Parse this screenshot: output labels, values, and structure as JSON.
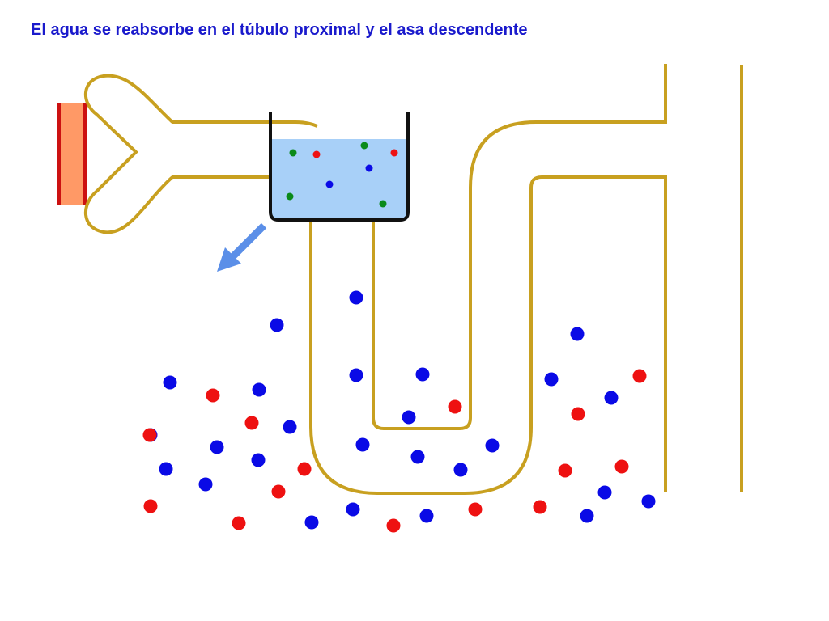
{
  "slide": {
    "title": "El agua se reabsorbe en el túbulo proximal y el asa descendente"
  },
  "colors": {
    "title": "#1a1acc",
    "tubule": "#c8a020",
    "fluid": "#a8d0f8",
    "beaker_outline": "#111111",
    "capillary_fill": "#ff9966",
    "capillary_edge": "#cc1111",
    "arrow": "#5b8fe8",
    "dot_blue": "#0a0ae6",
    "dot_red": "#ee1111",
    "dot_green": "#0a8a1a"
  },
  "icons": {
    "arrow": "arrow-down-left-icon"
  },
  "beaker_particles": [
    {
      "color": "green"
    },
    {
      "color": "red"
    },
    {
      "color": "green"
    },
    {
      "color": "red"
    },
    {
      "color": "blue"
    },
    {
      "color": "blue"
    },
    {
      "color": "green"
    },
    {
      "color": "green"
    }
  ],
  "interstitial_particles": [
    {
      "color": "blue"
    },
    {
      "color": "blue"
    },
    {
      "color": "blue"
    },
    {
      "color": "blue"
    },
    {
      "color": "blue"
    },
    {
      "color": "red"
    },
    {
      "color": "blue"
    },
    {
      "color": "red"
    },
    {
      "color": "blue"
    },
    {
      "color": "blue"
    },
    {
      "color": "red"
    },
    {
      "color": "blue"
    },
    {
      "color": "blue"
    },
    {
      "color": "red"
    },
    {
      "color": "blue"
    },
    {
      "color": "red"
    },
    {
      "color": "blue"
    },
    {
      "color": "blue"
    },
    {
      "color": "blue"
    },
    {
      "color": "blue"
    },
    {
      "color": "blue"
    },
    {
      "color": "blue"
    },
    {
      "color": "blue"
    },
    {
      "color": "red"
    },
    {
      "color": "red"
    },
    {
      "color": "red"
    },
    {
      "color": "blue"
    },
    {
      "color": "red"
    },
    {
      "color": "blue"
    },
    {
      "color": "red"
    },
    {
      "color": "red"
    },
    {
      "color": "blue"
    },
    {
      "color": "blue"
    },
    {
      "color": "red"
    },
    {
      "color": "blue"
    },
    {
      "color": "blue"
    },
    {
      "color": "red"
    },
    {
      "color": "blue"
    },
    {
      "color": "red"
    },
    {
      "color": "blue"
    },
    {
      "color": "red"
    }
  ]
}
